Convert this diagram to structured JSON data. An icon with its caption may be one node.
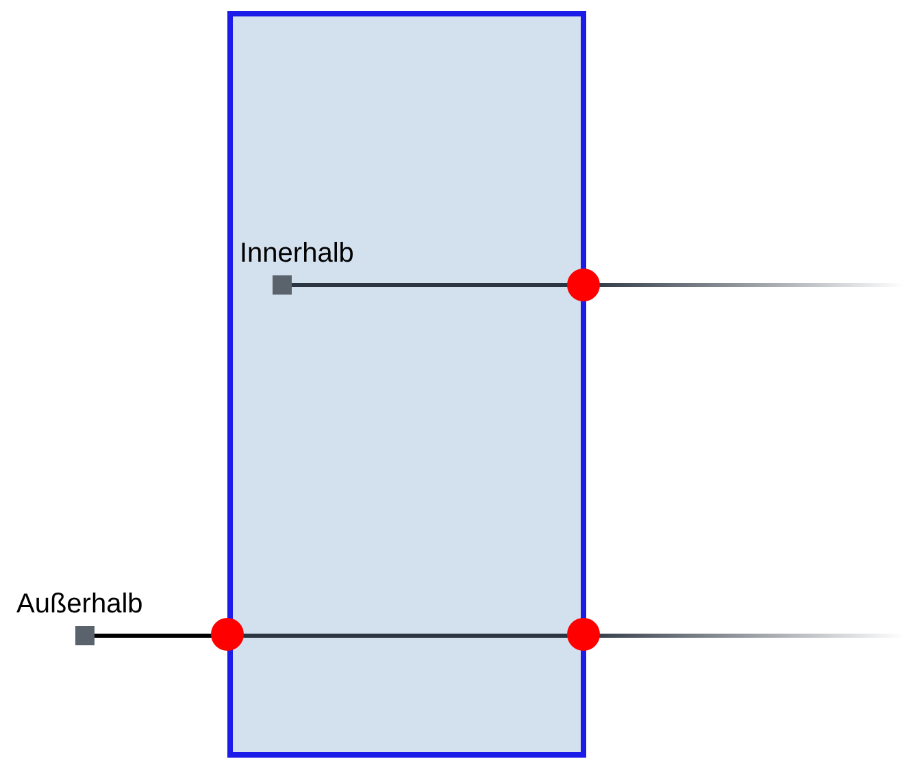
{
  "diagram": {
    "nodes": [
      {
        "text": [],
        "shape": "box"
      },
      {
        "text": [
          "Innerhalb"
        ],
        "in": 0
      },
      {
        "text": [
          "Außerhalb"
        ]
      }
    ],
    "edges": [
      {
        "from": 1,
        "to": null,
        "arrow": "none"
      },
      {
        "from": 2,
        "to": null,
        "arrow": "none"
      }
    ]
  }
}
